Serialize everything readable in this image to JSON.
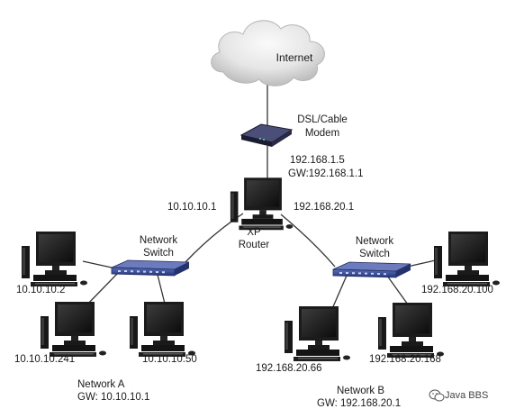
{
  "diagram": {
    "cloud_label": "Internet",
    "modem_label_1": "DSL/Cable",
    "modem_label_2": "Modem",
    "router_ip_wan": "192.168.1.5",
    "router_gw_wan": "GW:192.168.1.1",
    "router_ip_left": "10.10.10.1",
    "router_ip_right": "192.168.20.1",
    "router_name_1": "XP",
    "router_name_2": "Router",
    "switch_a_1": "Network",
    "switch_a_2": "Switch",
    "switch_b_1": "Network",
    "switch_b_2": "Switch",
    "host_a1": "10.10.10.2",
    "host_a2": "10.10.10.241",
    "host_a3": "10.10.10.50",
    "host_b1": "192.168.20.100",
    "host_b2": "192.168.20.66",
    "host_b3": "192.168.20.168",
    "network_a_name": "Network A",
    "network_a_gw": "GW: 10.10.10.1",
    "network_b_name": "Network B",
    "network_b_gw": "GW: 192.168.20.1",
    "watermark": "Java BBS"
  },
  "colors": {
    "cable": "#333333",
    "switch_body": "#3a4f9c",
    "cloud": "#e0e0e0"
  }
}
